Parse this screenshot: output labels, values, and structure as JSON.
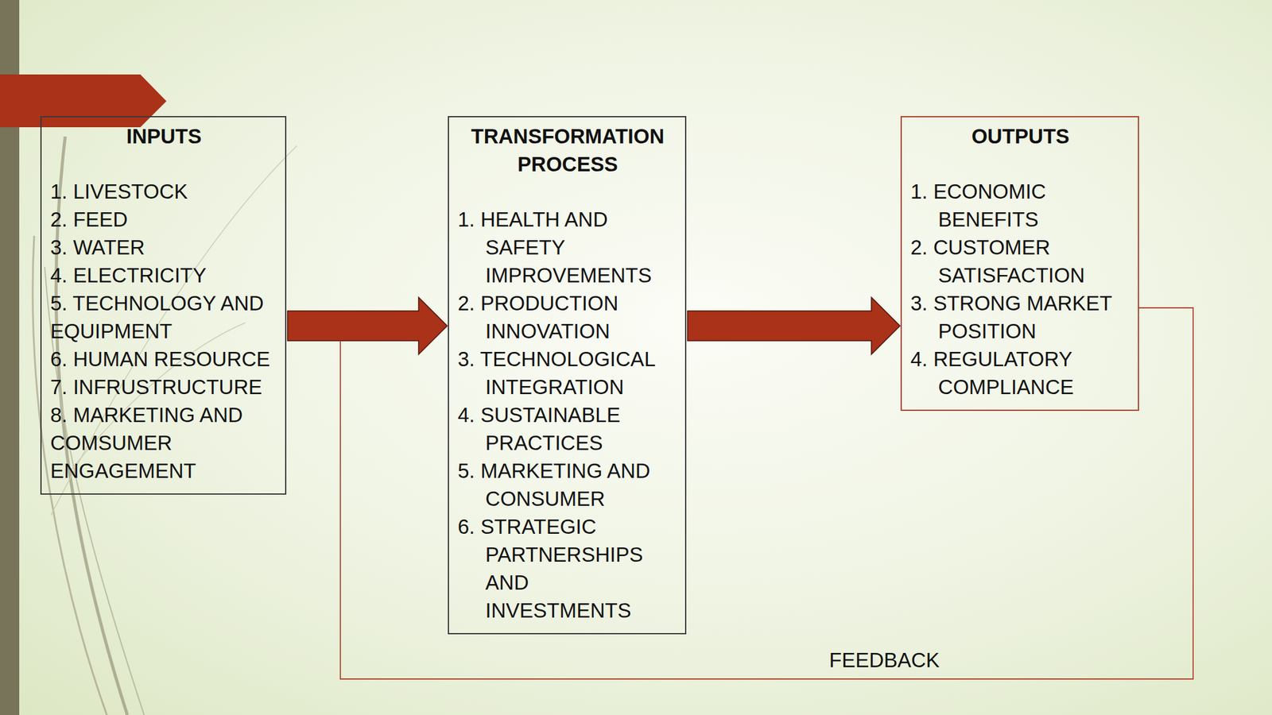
{
  "diagram": {
    "nodes": [
      {
        "text": [
          "INPUTS",
          "1. LIVESTOCK",
          "2. FEED",
          "3. WATER",
          "4. ELECTRICITY",
          "5. TECHNOLOGY AND EQUIPMENT",
          "6. HUMAN RESOURCE",
          "7. INFRUSTRUCTURE",
          "8. MARKETING AND COMSUMER ENGAGEMENT"
        ]
      },
      {
        "text": [
          "TRANSFORMATION PROCESS",
          "1. HEALTH AND SAFETY IMPROVEMENTS",
          "2. PRODUCTION INNOVATION",
          "3. TECHNOLOGICAL INTEGRATION",
          "4. SUSTAINABLE PRACTICES",
          "5. MARKETING AND CONSUMER",
          "6. STRATEGIC PARTNERSHIPS AND INVESTMENTS"
        ]
      },
      {
        "text": [
          "OUTPUTS",
          "1. ECONOMIC BENEFITS",
          "2. CUSTOMER SATISFACTION",
          "3. STRONG MARKET POSITION",
          "4. REGULATORY COMPLIANCE"
        ]
      }
    ],
    "edges": [
      {
        "from": 0,
        "to": 1,
        "arrow": "to"
      },
      {
        "from": 1,
        "to": 2,
        "arrow": "to"
      },
      {
        "from": 2,
        "to": 0,
        "arrow": "none",
        "label": "FEEDBACK"
      }
    ]
  }
}
